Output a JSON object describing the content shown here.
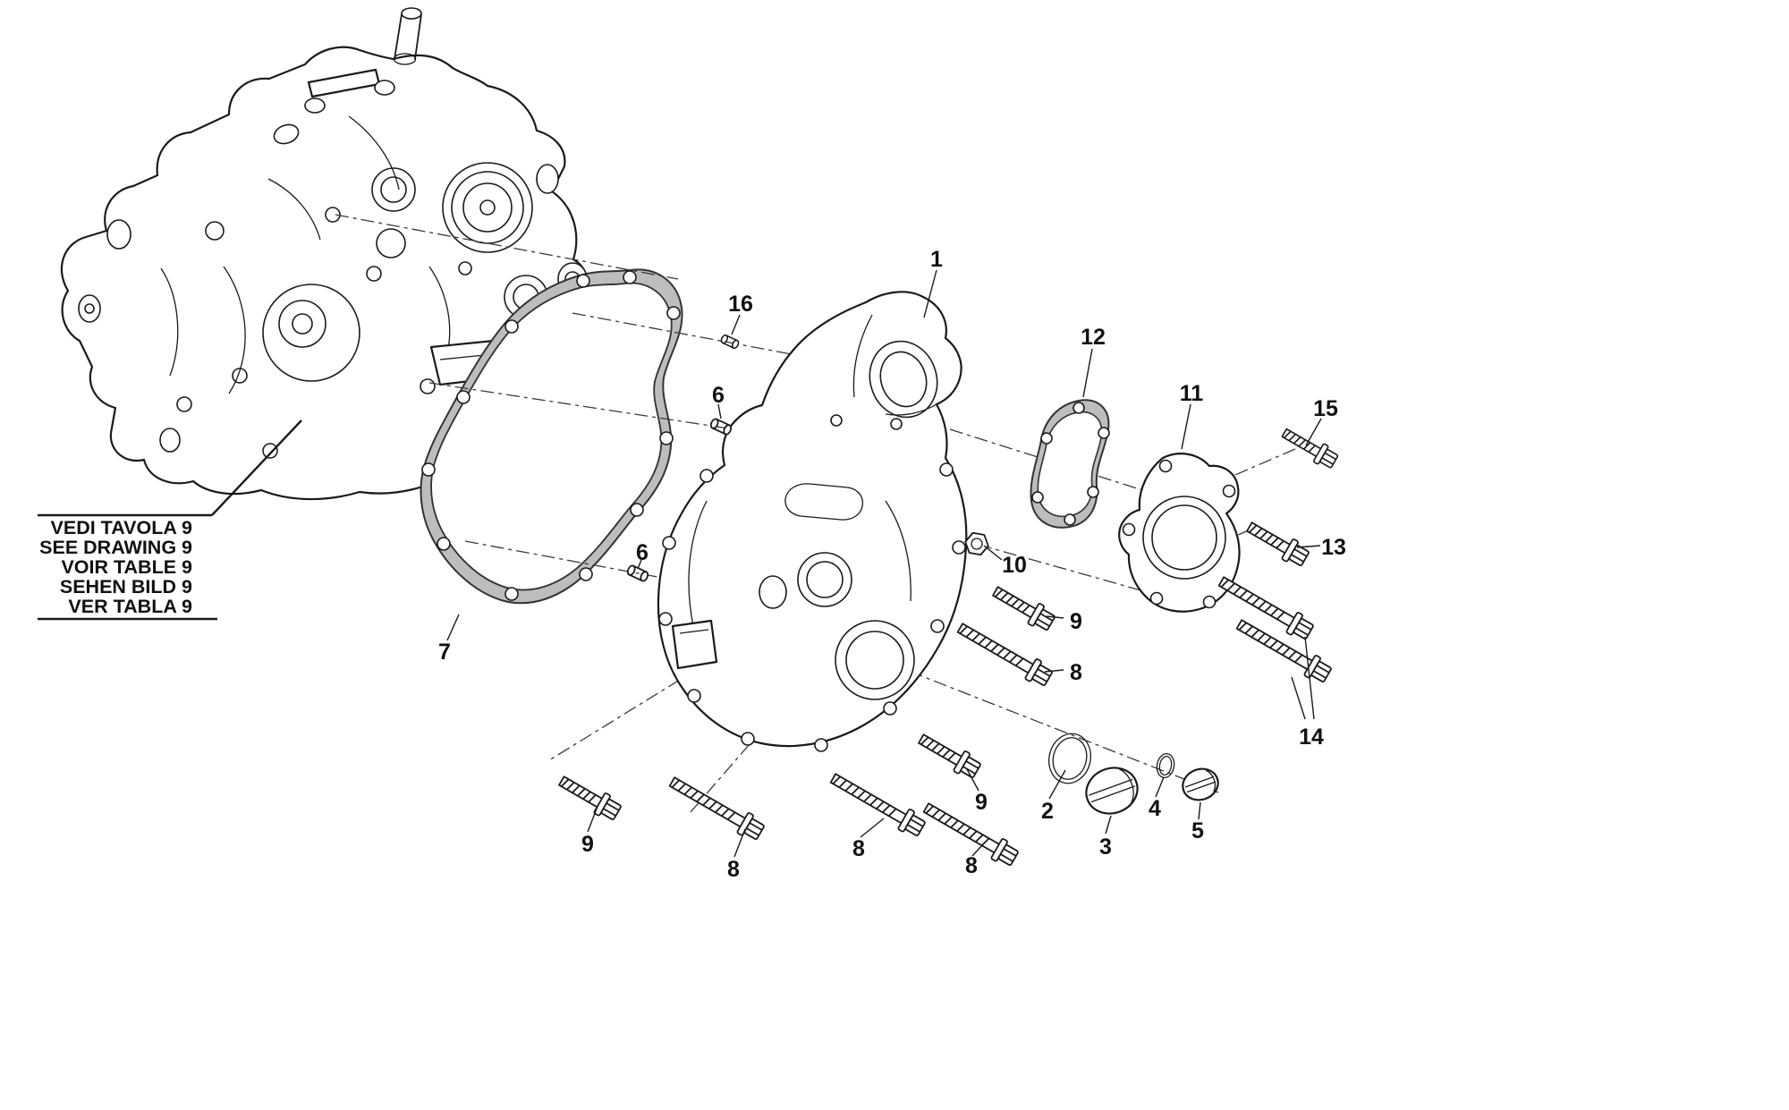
{
  "note": {
    "lines": [
      "VEDI TAVOLA 9",
      "SEE DRAWING 9",
      "VOIR TABLE 9",
      "SEHEN BILD 9",
      "VER TABLA 9"
    ]
  },
  "callouts": [
    "1",
    "16",
    "6",
    "12",
    "11",
    "15",
    "13",
    "10",
    "9",
    "8",
    "6",
    "7",
    "14",
    "9",
    "2",
    "3",
    "4",
    "5",
    "9",
    "8",
    "8",
    "8"
  ],
  "colors": {
    "background": "#ffffff",
    "line": "#1a1a1a",
    "gasket_fill": "#bdbdbd"
  }
}
